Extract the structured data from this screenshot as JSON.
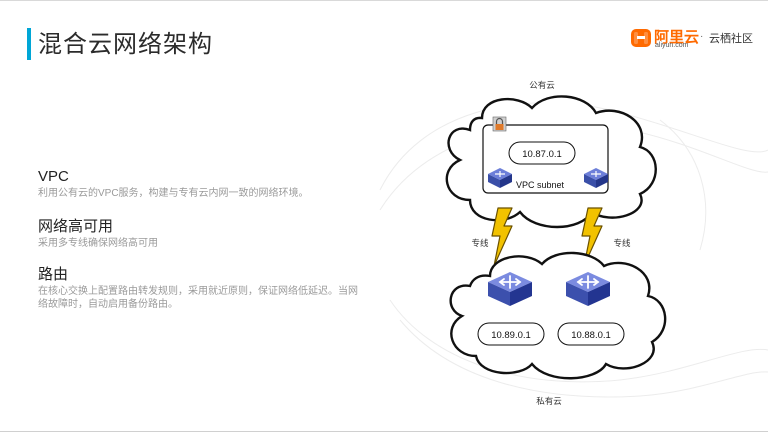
{
  "header": {
    "title": "混合云网络架构",
    "logo_brand": "阿里云",
    "logo_domain": "aliyun.com",
    "logo_separator": "·",
    "logo_community": "云栖社区",
    "accent_color": "#00a6d6",
    "brand_color": "#ff6a00"
  },
  "sections": [
    {
      "title": "VPC",
      "desc": "利用公有云的VPC服务，构建与专有云内网一致的网络环境。"
    },
    {
      "title": "网络高可用",
      "desc": "采用多专线确保网络高可用"
    },
    {
      "title": "路由",
      "desc": "在核心交换上配置路由转发规则，采用就近原则，保证网络低延迟。当网络故障时，自动启用备份路由。"
    }
  ],
  "diagram": {
    "public_cloud_label": "公有云",
    "private_cloud_label": "私有云",
    "public_subnet": "10.87.0.1",
    "vpc_subnet_label": "VPC subnet",
    "left_line_label": "专线",
    "right_line_label": "专线",
    "private_subnet_left": "10.89.0.1",
    "private_subnet_right": "10.88.0.1",
    "icons": [
      "router-icon",
      "lightning-bolt-icon",
      "lock-icon",
      "cloud-icon"
    ]
  }
}
